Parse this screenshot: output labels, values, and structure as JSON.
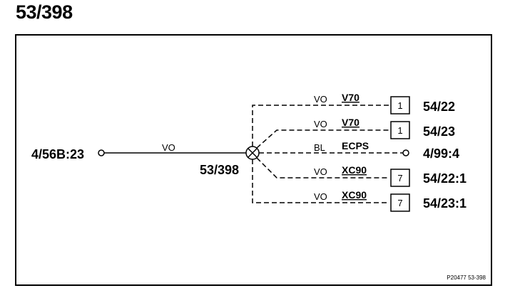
{
  "title": "53/398",
  "splice": {
    "label": "53/398"
  },
  "source": {
    "connector": "4/56B:23",
    "wire_color": "VO"
  },
  "branches": [
    {
      "wire_color": "VO",
      "model": "V70",
      "pin": "1",
      "destination": "54/22"
    },
    {
      "wire_color": "VO",
      "model": "V70",
      "pin": "1",
      "destination": "54/23"
    },
    {
      "wire_color": "BL",
      "model": "ECPS",
      "pin": "",
      "destination": "4/99:4"
    },
    {
      "wire_color": "VO",
      "model": "XC90",
      "pin": "7",
      "destination": "54/22:1"
    },
    {
      "wire_color": "VO",
      "model": "XC90",
      "pin": "7",
      "destination": "54/23:1"
    }
  ],
  "figure_ref": "P20477  53-398"
}
